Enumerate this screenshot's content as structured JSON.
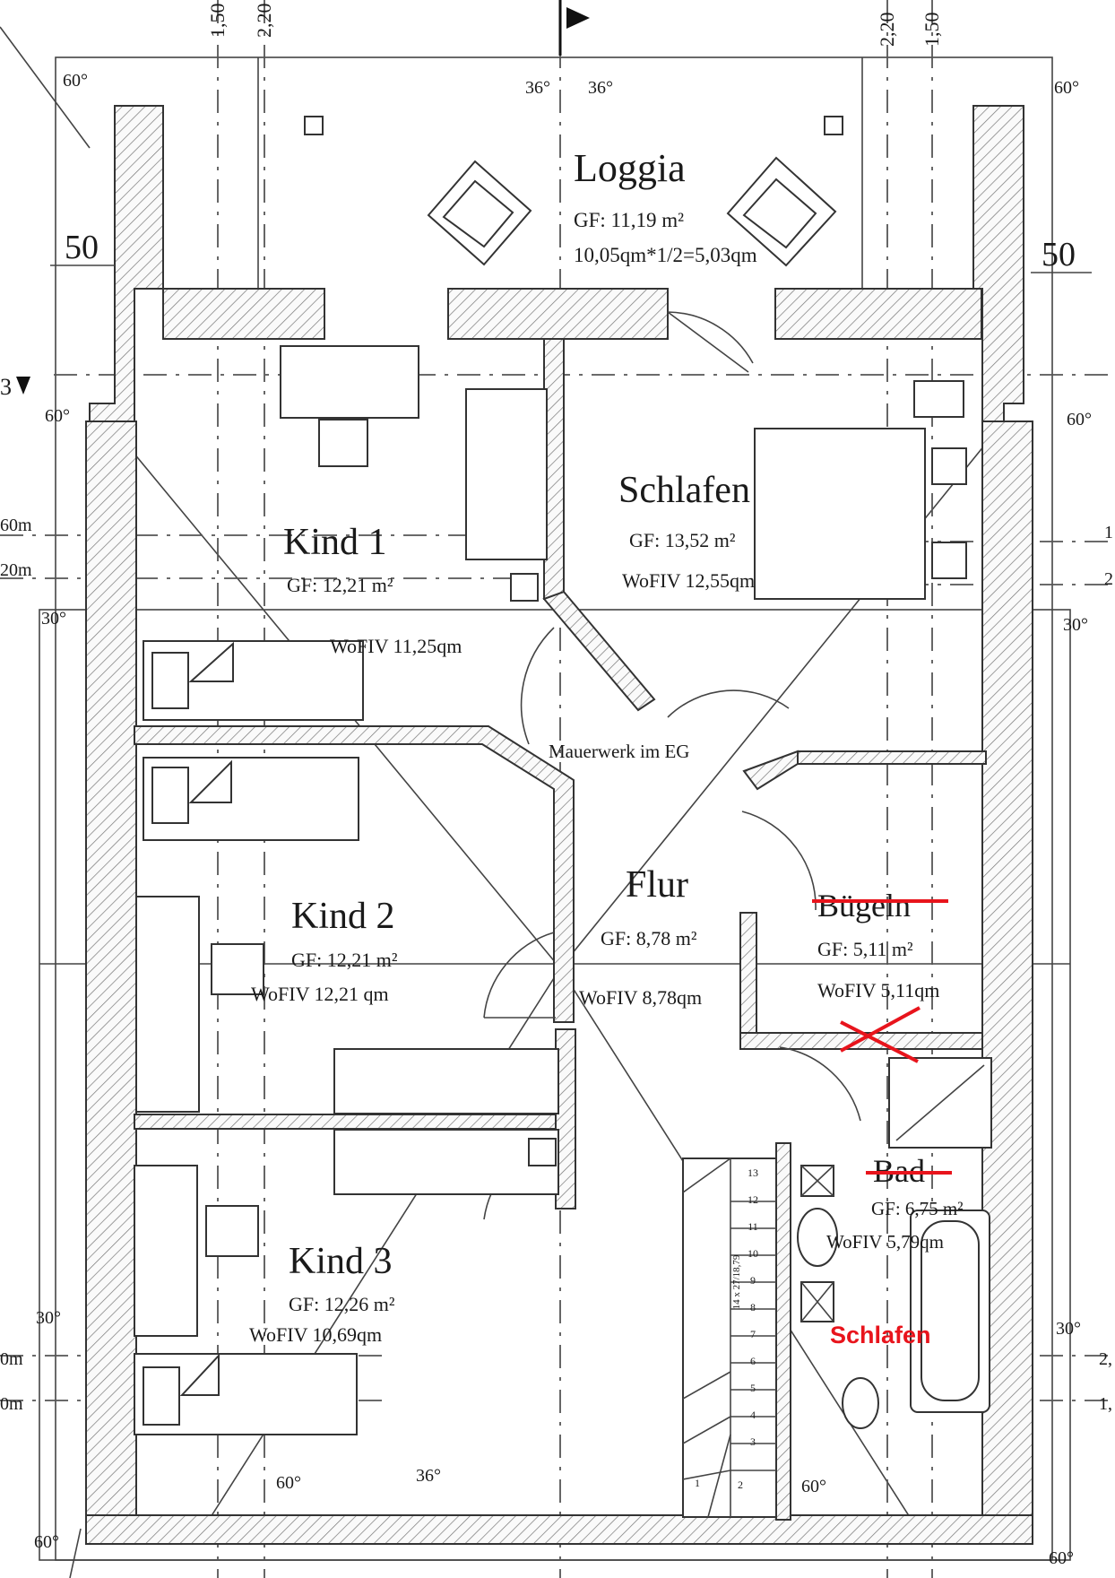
{
  "rooms": {
    "loggia": {
      "name": "Loggia",
      "gf": "GF: 11,19 m²",
      "wofiv": "10,05qm*1/2=5,03qm"
    },
    "kind1": {
      "name": "Kind 1",
      "gf": "GF: 12,21 m²",
      "wofiv": "WoFIV 11,25qm"
    },
    "schlafen": {
      "name": "Schlafen",
      "gf": "GF: 13,52 m²",
      "wofiv": "WoFIV 12,55qm"
    },
    "kind2": {
      "name": "Kind 2",
      "gf": "GF: 12,21 m²",
      "wofiv": "WoFIV 12,21 qm"
    },
    "flur": {
      "name": "Flur",
      "gf": "GF: 8,78 m²",
      "wofiv": "WoFIV 8,78qm"
    },
    "buegeln": {
      "name": "Bügeln",
      "gf": "GF: 5,11 m²",
      "wofiv": "WoFIV 5,11qm"
    },
    "bad": {
      "name": "Bad",
      "gf": "GF: 6,75 m²",
      "wofiv": "WoFIV 5,79qm"
    },
    "kind3": {
      "name": "Kind 3",
      "gf": "GF: 12,26 m²",
      "wofiv": "WoFIV 10,69qm"
    }
  },
  "annotations": {
    "mauerwerk": "Mauerwerk im EG",
    "new_label": "Schlafen",
    "stair_text": "14 x 27/18,79",
    "stair_steps": [
      "1",
      "2",
      "3",
      "4",
      "5",
      "6",
      "7",
      "8",
      "9",
      "10",
      "11",
      "12",
      "13"
    ]
  },
  "dimensions": {
    "top_left_150": "1,50",
    "top_left_220": "2,20",
    "top_right_220": "2,20",
    "top_right_150": "1,50",
    "left_50": "50",
    "right_50": "50",
    "left_60m": "60m",
    "left_20m": "20m",
    "left_0m_a": "0m",
    "left_0m_b": "0m",
    "right_1": "1",
    "right_2": "2",
    "right_2b": "2,",
    "right_1b": "1,",
    "marker_3": "3"
  },
  "angles": {
    "a60_tl": "60°",
    "a36_l": "36°",
    "a36_r": "36°",
    "a60_tr": "60°",
    "a60_ml": "60°",
    "a60_mr": "60°",
    "a30_ml": "30°",
    "a30_mr": "30°",
    "a30_bl": "30°",
    "a30_br": "30°",
    "a60_bot1": "60°",
    "a36_bot": "36°",
    "a60_bot2": "60°",
    "a60_bl": "60°",
    "a60_br": "60°"
  },
  "colors": {
    "ink": "#1a1a1a",
    "correction": "#e8141c",
    "wall_line": "#333333"
  }
}
